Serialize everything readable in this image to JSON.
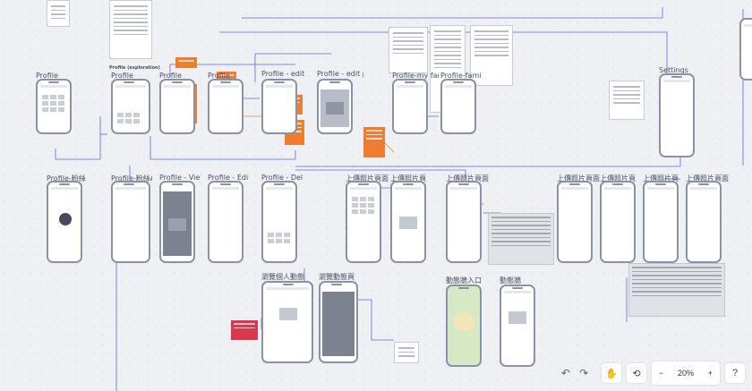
{
  "frames": {
    "profile_main": "Profile",
    "profile_2": "Profile",
    "profile_3": "Profile",
    "profile_4": "Profile",
    "profile_5": "Profile",
    "profile_edit": "Profile - edit",
    "profile_edit2": "Profile - edit p",
    "profile_my_family": "Profile-my fan",
    "profile_family": "Profile-family",
    "settings": "Settings",
    "profile_blank": "Profile-粉絲A",
    "profile_fans": "Profile-粉絲A",
    "profile_view": "Profile - View",
    "profile_edit_c": "Profile - Edit/C",
    "profile_delete": "Profile - Dele",
    "upload1": "上傳照片頁面",
    "upload2": "上傳照片頁",
    "upload3": "上傳照片頁面",
    "upload4": "上傳照片頁面",
    "upload5": "上傳照片頁",
    "upload6": "上傳照片頁",
    "upload7": "上傳照片頁面",
    "browse_personal": "瀏覽個人動態",
    "browse_page": "瀏覽動態頁",
    "feed_entry": "動態牆入口",
    "feed_wall": "動態牆",
    "exploration_label": "Profile (exploration)"
  },
  "toolbar": {
    "zoom_value": "20%",
    "minus_label": "−",
    "plus_label": "+",
    "help_label": "?"
  },
  "colors": {
    "canvas_bg": "#eef0f4",
    "phone_border": "#8a93a6",
    "note_orange": "#ef7d2f",
    "note_red": "#d9394f",
    "connector": "#5b6bd6"
  }
}
